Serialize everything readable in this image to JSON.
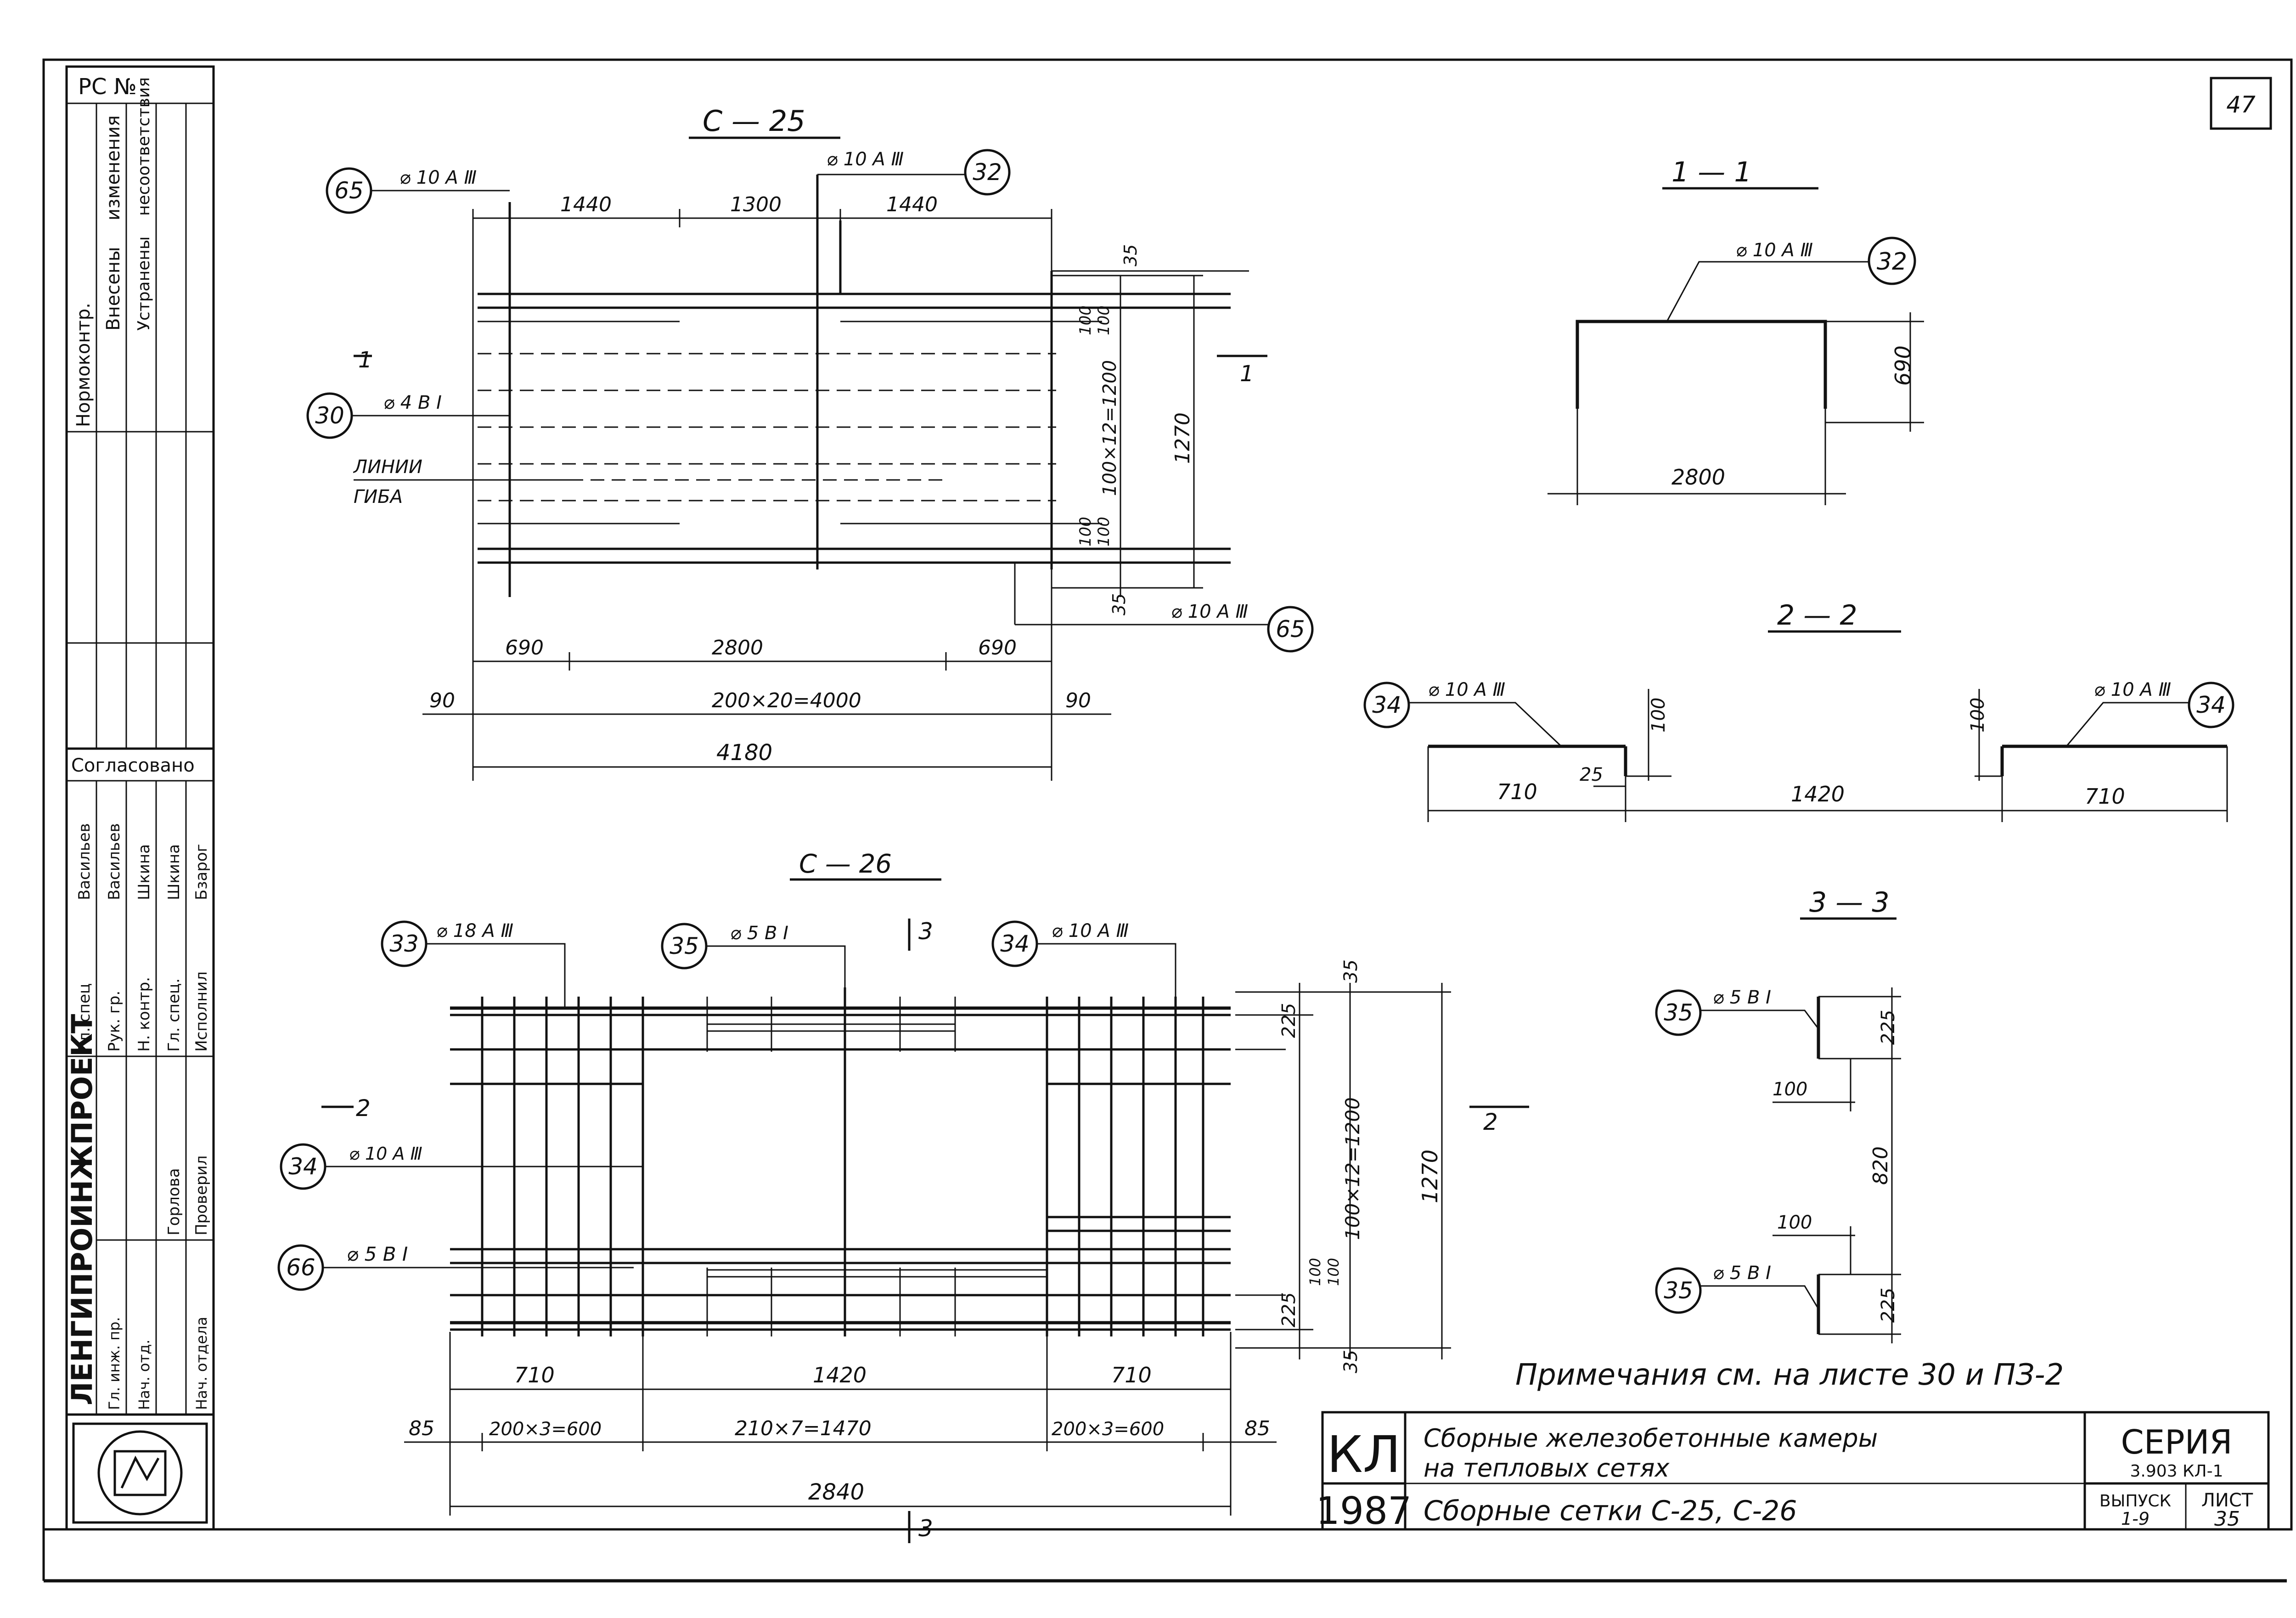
{
  "sheet": {
    "page_number": "47",
    "rs_label": "РС №",
    "revision_columns": [
      "Нормоконтр.",
      "Внесены",
      "изменения",
      "Устранены",
      "несоответствия"
    ],
    "agreed_label": "Согласовано",
    "signatures": [
      {
        "role": "Гл. спец",
        "name": "Васильев"
      },
      {
        "role": "Рук. гр.",
        "name": "Васильев"
      },
      {
        "role": "Н. контр.",
        "name": "Шкина"
      },
      {
        "role": "Гл. спец.",
        "name": "Шкина"
      },
      {
        "role": "Исполнил",
        "name": "Бзарог"
      },
      {
        "role": "Проверил",
        "name": "Горлова"
      }
    ],
    "chief_labels": [
      "Гл. инж. пр.",
      "Нач. отд.",
      "Нач. отдела"
    ],
    "institute": "ЛЕНГИПРОИНЖПРОЕКТ"
  },
  "c25": {
    "title": "С — 25",
    "callouts": {
      "c65_top": "65",
      "c32": "32",
      "c30": "30",
      "c65_bottom": "65"
    },
    "bar_labels": {
      "b65_top": "⌀ 10 А Ⅲ",
      "b32": "⌀ 10 А Ⅲ",
      "b30": "⌀ 4 В Ⅰ",
      "b65_bottom": "⌀ 10 А Ⅲ"
    },
    "bend_line_label_1": "ЛИНИИ",
    "bend_line_label_2": "ГИБА",
    "top_dims": [
      "1440",
      "1300",
      "1440"
    ],
    "bottom_dims_row1": [
      "690",
      "2800",
      "690"
    ],
    "bottom_dims_row2": [
      "90",
      "200×20=4000",
      "90"
    ],
    "total_width": "4180",
    "right_dims": {
      "d35_top": "35",
      "d100_a": "100",
      "d100_b": "100",
      "pitch": "100×12=1200",
      "total": "1270",
      "d100_c": "100",
      "d100_d": "100",
      "d35_bottom": "35"
    },
    "section_mark": "1"
  },
  "s11": {
    "title": "1 — 1",
    "callout": "32",
    "bar_label": "⌀ 10 А Ⅲ",
    "height": "690",
    "width": "2800"
  },
  "s22": {
    "title": "2 — 2",
    "callout_left": "34",
    "callout_right": "34",
    "bar_label_left": "⌀ 10 А Ⅲ",
    "bar_label_right": "⌀ 10 А Ⅲ",
    "dims": [
      "710",
      "1420",
      "710"
    ],
    "height_left": "100",
    "height_right": "100",
    "offset": "25"
  },
  "s33": {
    "title": "3 — 3",
    "callout_top": "35",
    "callout_bottom": "35",
    "bar_label_top": "⌀ 5 В Ⅰ",
    "bar_label_bottom": "⌀ 5 В Ⅰ",
    "d225_top": "225",
    "d100_top": "100",
    "d820": "820",
    "d100_bottom": "100",
    "d225_bottom": "225"
  },
  "c26": {
    "title": "С — 26",
    "callouts": {
      "c33": "33",
      "c35": "35",
      "c34_top": "34",
      "c34_left": "34",
      "c66": "66"
    },
    "bar_labels": {
      "b33": "⌀ 18 А Ⅲ",
      "b35": "⌀ 5 В Ⅰ",
      "b34_top": "⌀ 10 А Ⅲ",
      "b34_left": "⌀ 10 А Ⅲ",
      "b66": "⌀ 5 В Ⅰ"
    },
    "section_mark_2": "2",
    "section_mark_3": "3",
    "dims_row1": [
      "710",
      "1420",
      "710"
    ],
    "dims_row2": [
      "85",
      "200×3=600",
      "210×7=1470",
      "200×3=600",
      "85"
    ],
    "total_width": "2840",
    "right_dims": {
      "d35_top": "35",
      "d225_top": "225",
      "pitch": "100×12=1200",
      "total": "1270",
      "d100_a": "100",
      "d100_b": "100",
      "d225_bottom": "225",
      "d35_bottom": "35"
    }
  },
  "note": "Примечания см. на листе 30 и ПЗ-2",
  "title_block": {
    "code": "КЛ",
    "year": "1987",
    "title_line1": "Сборные железобетонные камеры",
    "title_line2": "на тепловых сетях",
    "drawing_title": "Сборные сетки С-25, С-26",
    "series_label": "СЕРИЯ",
    "series_value": "3.903 КЛ-1",
    "issue_label": "ВЫПУСК",
    "issue_value": "1-9",
    "sheet_label": "ЛИСТ",
    "sheet_value": "35"
  }
}
